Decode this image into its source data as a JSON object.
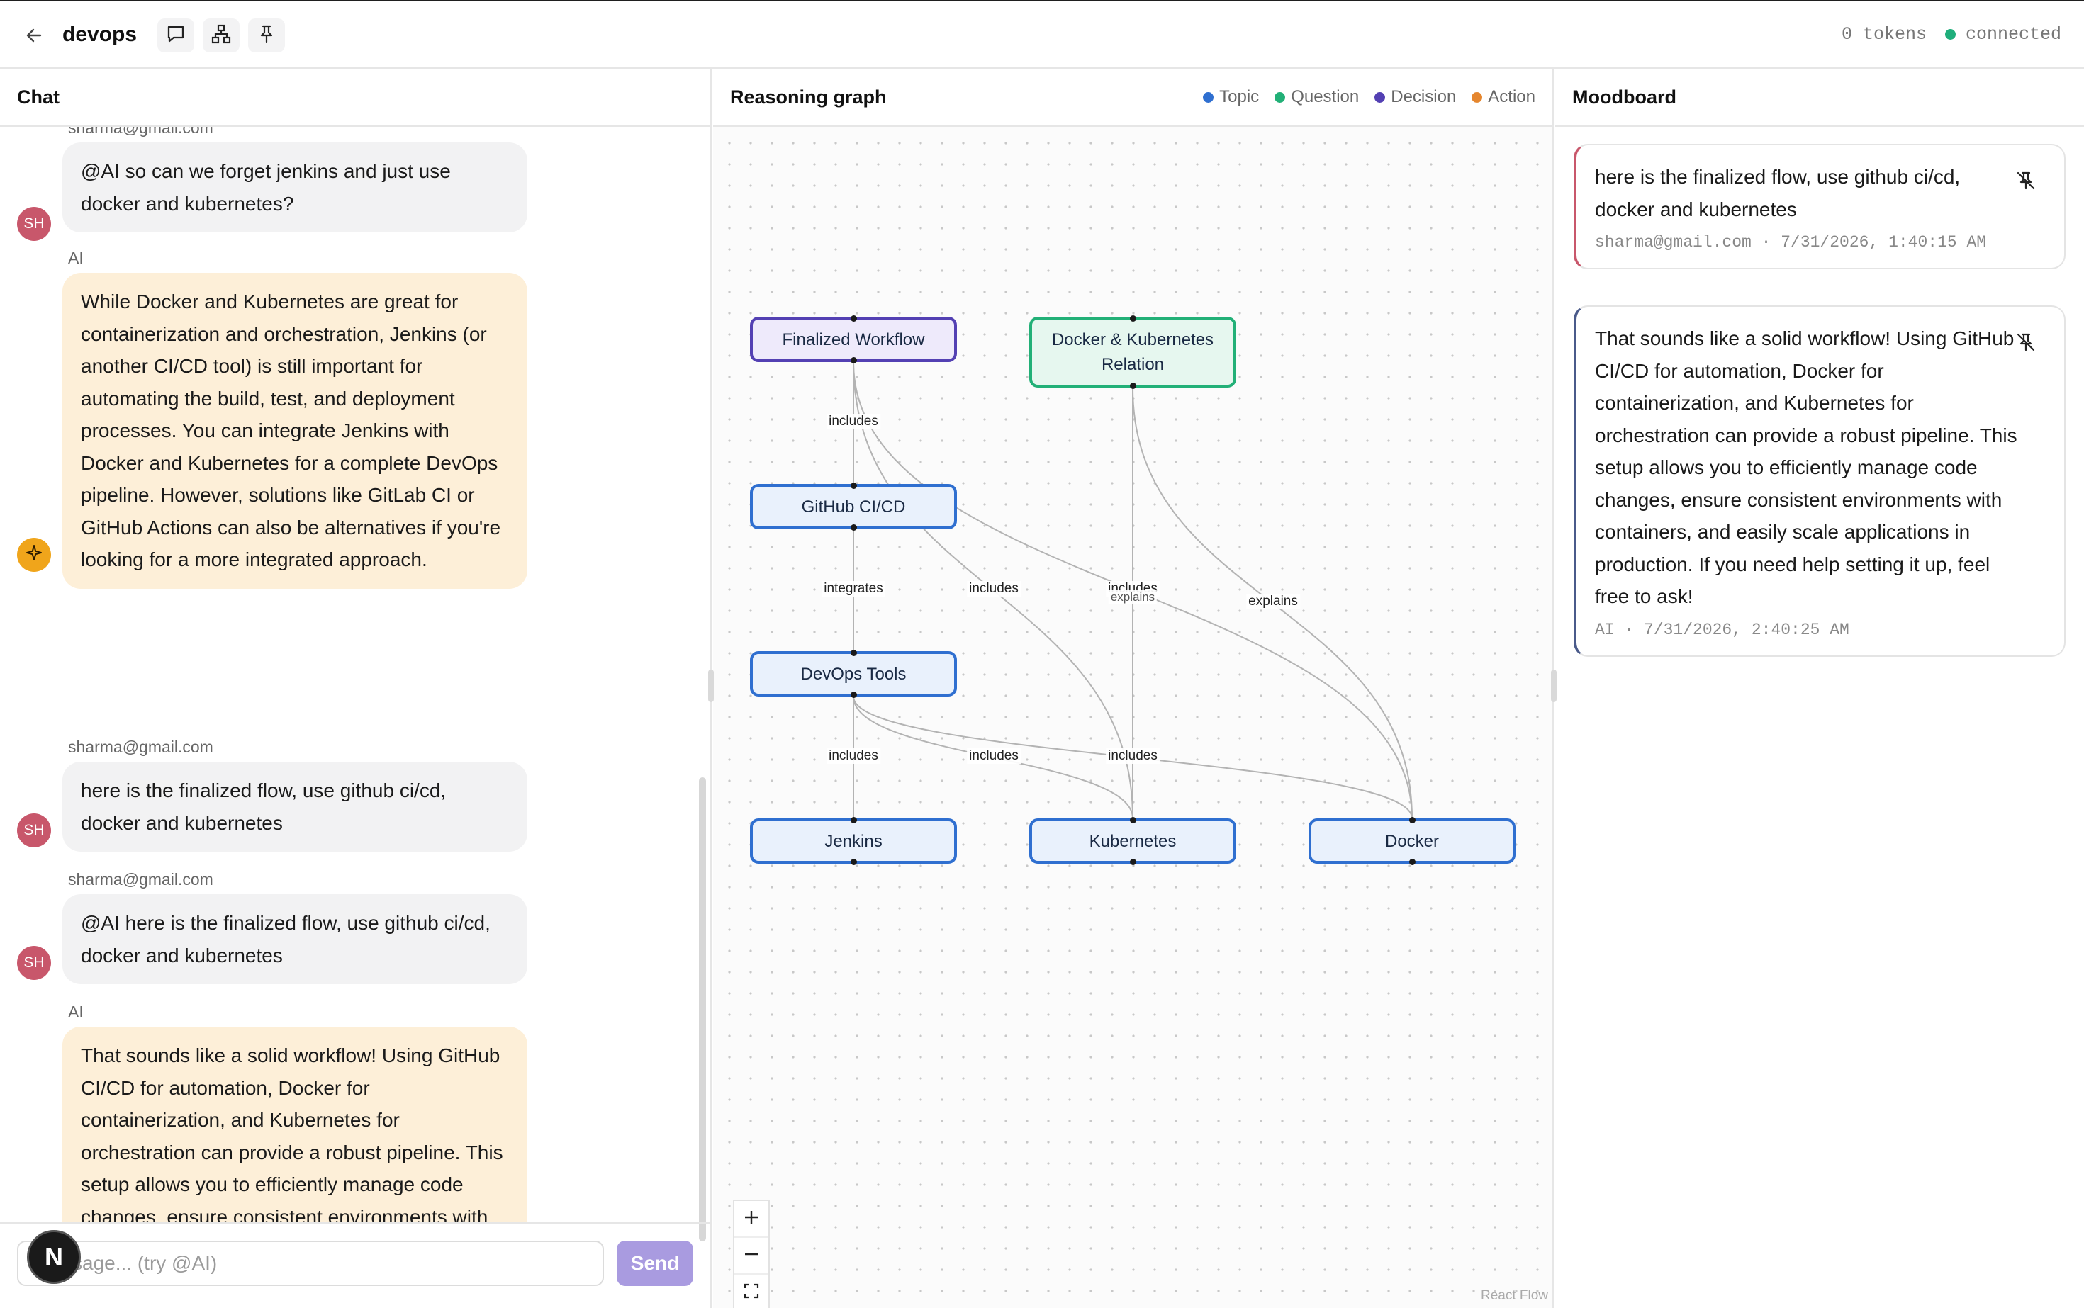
{
  "header": {
    "title": "devops",
    "tokens": "0 tokens",
    "connection": "connected",
    "colors": {
      "connected": "#1fae7b"
    },
    "icons": [
      "back-arrow-icon",
      "chat-bubble-icon",
      "graph-hierarchy-icon",
      "pin-icon"
    ]
  },
  "chat": {
    "title": "Chat",
    "partial_top_author": "sharma@gmail.com",
    "messages": [
      {
        "author": "",
        "avatar": "SH",
        "role": "user",
        "text": "@AI so can we forget jenkins and just use docker and kubernetes?"
      },
      {
        "author": "AI",
        "avatar": "",
        "role": "ai",
        "text": "While Docker and Kubernetes are great for containerization and orchestration, Jenkins (or another CI/CD tool) is still important for automating the build, test, and deployment processes. You can integrate Jenkins with Docker and Kubernetes for a complete DevOps pipeline. However, solutions like GitLab CI or GitHub Actions can also be alternatives if you're looking for a more integrated approach."
      },
      {
        "author": "sharma@gmail.com",
        "avatar": "SH",
        "role": "user",
        "text": "here is the finalized flow, use github ci/cd, docker and kubernetes"
      },
      {
        "author": "sharma@gmail.com",
        "avatar": "SH",
        "role": "user",
        "text": "@AI here is the finalized flow, use github ci/cd, docker and kubernetes"
      },
      {
        "author": "AI",
        "avatar": "",
        "role": "ai",
        "text": "That sounds like a solid workflow! Using GitHub CI/CD for automation, Docker for containerization, and Kubernetes for orchestration can provide a robust pipeline. This setup allows you to efficiently manage code changes, ensure consistent environments with containers, and easily scale applications in production. If you need help setting it up, feel free to ask!"
      }
    ],
    "input_placeholder": "sage... (try @AI)",
    "send_label": "Send",
    "badge": "N",
    "colors": {
      "user_avatar": "#c8576b",
      "ai_avatar": "#f0a51b",
      "ai_bubble": "#fdefd8",
      "user_bubble": "#f2f2f3",
      "send_button": "#a99be0"
    }
  },
  "graph": {
    "title": "Reasoning graph",
    "legend": [
      {
        "label": "Topic",
        "color": "#2f6fd0"
      },
      {
        "label": "Question",
        "color": "#22b077"
      },
      {
        "label": "Decision",
        "color": "#5340b3"
      },
      {
        "label": "Action",
        "color": "#e5862e"
      }
    ],
    "nodes": [
      {
        "id": "finalized",
        "label": "Finalized Workflow",
        "kind": "Decision"
      },
      {
        "id": "dkrel",
        "label": "Docker & Kubernetes Relation",
        "kind": "Question"
      },
      {
        "id": "github",
        "label": "GitHub CI/CD",
        "kind": "Topic"
      },
      {
        "id": "devops",
        "label": "DevOps Tools",
        "kind": "Topic"
      },
      {
        "id": "jenkins",
        "label": "Jenkins",
        "kind": "Topic"
      },
      {
        "id": "kubernetes",
        "label": "Kubernetes",
        "kind": "Topic"
      },
      {
        "id": "docker",
        "label": "Docker",
        "kind": "Topic"
      }
    ],
    "edges": [
      {
        "from": "finalized",
        "to": "github",
        "label": "includes"
      },
      {
        "from": "finalized",
        "to": "kubernetes",
        "label": "includes"
      },
      {
        "from": "finalized",
        "to": "docker",
        "label": "includes"
      },
      {
        "from": "github",
        "to": "devops",
        "label": "integrates"
      },
      {
        "from": "dkrel",
        "to": "kubernetes",
        "label": "explains"
      },
      {
        "from": "dkrel",
        "to": "docker",
        "label": "explains"
      },
      {
        "from": "devops",
        "to": "jenkins",
        "label": "includes"
      },
      {
        "from": "devops",
        "to": "kubernetes",
        "label": "includes"
      },
      {
        "from": "devops",
        "to": "docker",
        "label": "includes"
      }
    ],
    "controls": [
      "zoom-in-icon",
      "zoom-out-icon",
      "fit-view-icon",
      "lock-icon"
    ],
    "attribution": "React Flow"
  },
  "moodboard": {
    "title": "Moodboard",
    "cards": [
      {
        "text": "here is the finalized flow, use github ci/cd, docker and kubernetes",
        "meta": "sharma@gmail.com · 7/31/2026, 1:40:15 AM",
        "accent": "#c8576b"
      },
      {
        "text": "That sounds like a solid workflow! Using GitHub CI/CD for automation, Docker for containerization, and Kubernetes for orchestration can provide a robust pipeline. This setup allows you to efficiently manage code changes, ensure consistent environments with containers, and easily scale applications in production. If you need help setting it up, feel free to ask!",
        "meta": "AI · 7/31/2026, 2:40:25 AM",
        "accent": "#4a5a8a"
      }
    ]
  }
}
